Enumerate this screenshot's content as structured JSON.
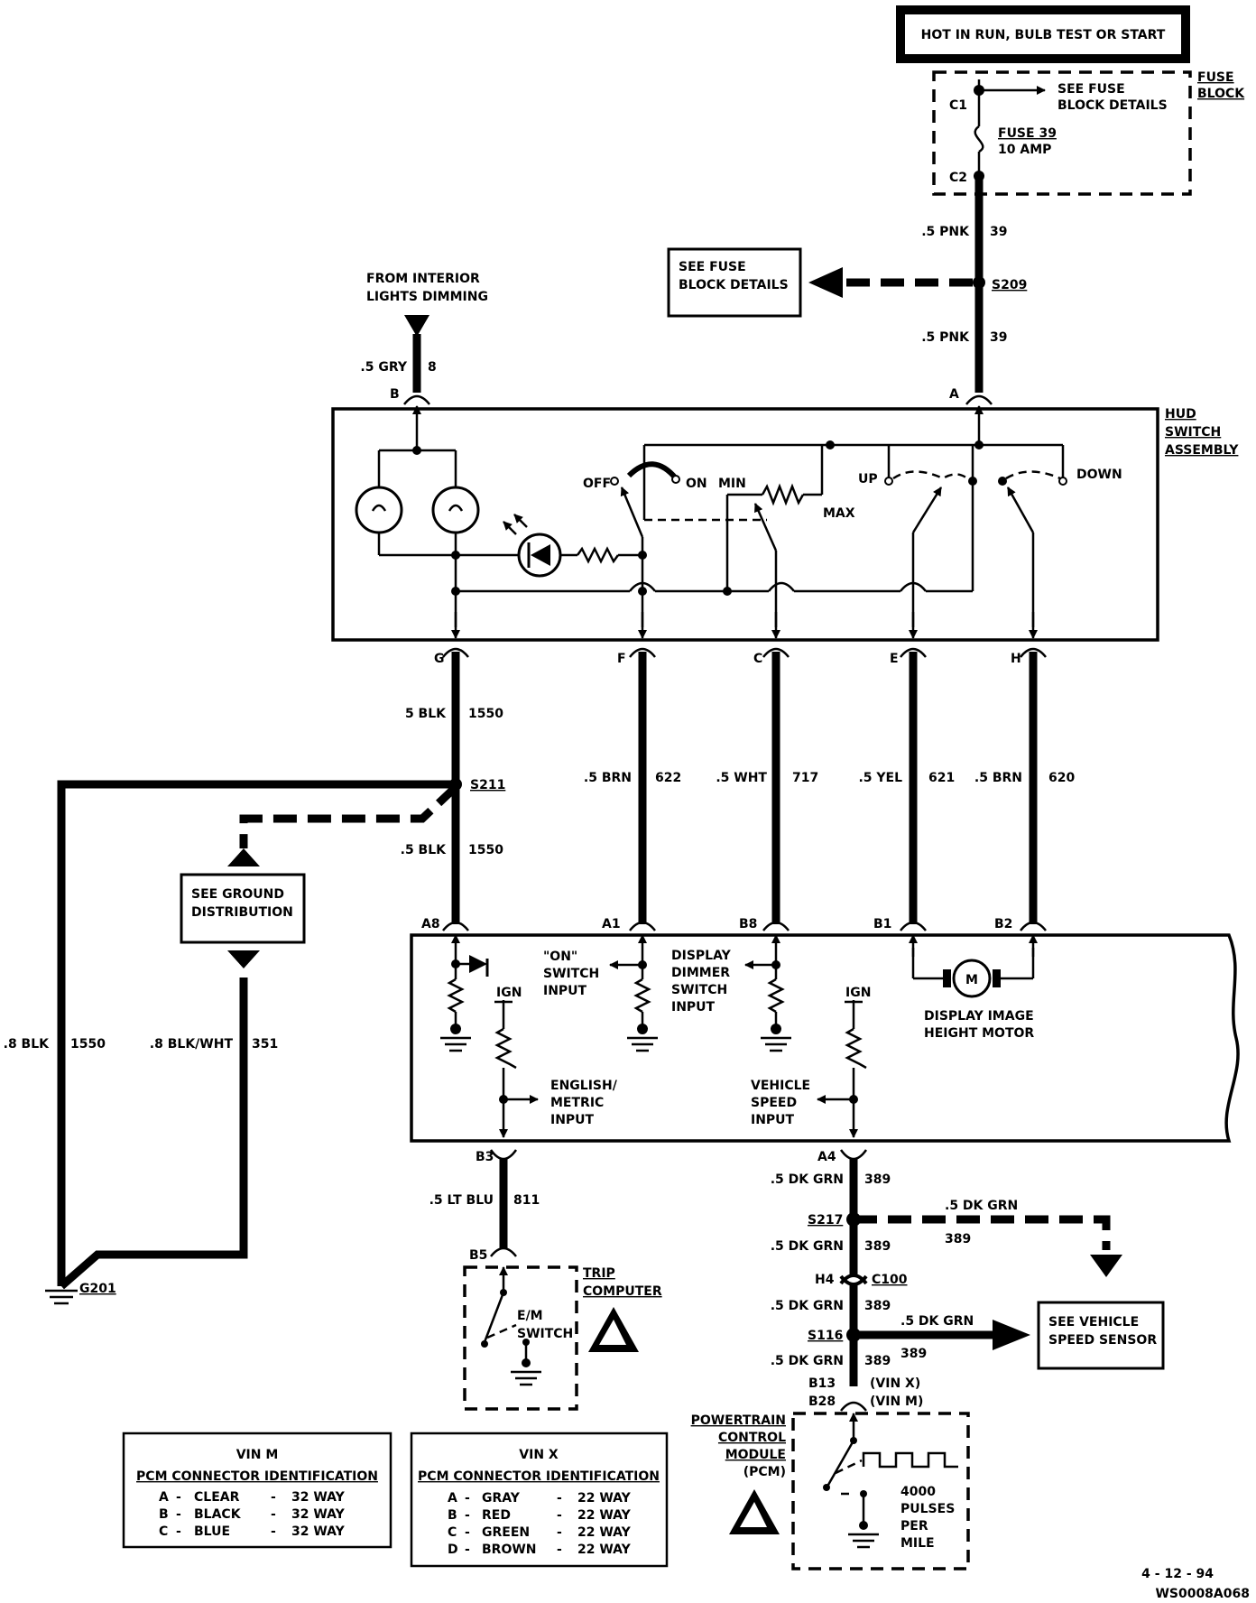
{
  "header": {
    "hot_label": "HOT IN RUN, BULB TEST OR START"
  },
  "fuse_block": {
    "title_1": "FUSE",
    "title_2": "BLOCK",
    "c1": "C1",
    "c2": "C2",
    "see_1": "SEE FUSE",
    "see_2": "BLOCK DETAILS",
    "fuse_1": "FUSE 39",
    "fuse_2": "10 AMP"
  },
  "wires": {
    "w39_top": {
      "gauge": ".5 PNK",
      "circuit": "39"
    },
    "w39_bot": {
      "gauge": ".5 PNK",
      "circuit": "39"
    },
    "w8": {
      "gauge": ".5 GRY",
      "circuit": "8"
    },
    "w1550_top": {
      "gauge": "5 BLK",
      "circuit": "1550"
    },
    "w1550_bot": {
      "gauge": ".5 BLK",
      "circuit": "1550"
    },
    "w622": {
      "gauge": ".5  BRN",
      "circuit": "622"
    },
    "w717": {
      "gauge": ".5  WHT",
      "circuit": "717"
    },
    "w621": {
      "gauge": ".5  YEL",
      "circuit": "621"
    },
    "w620": {
      "gauge": ".5  BRN",
      "circuit": "620"
    },
    "w1550_gnd": {
      "gauge": ".8 BLK",
      "circuit": "1550"
    },
    "w351": {
      "gauge": ".8 BLK/WHT",
      "circuit": "351"
    },
    "w811": {
      "gauge": ".5 LT BLU",
      "circuit": "811"
    },
    "w389_a": {
      "gauge": ".5 DK GRN",
      "circuit": "389"
    },
    "w389_b": {
      "gauge": ".5 DK GRN",
      "circuit": "389"
    },
    "w389_c": {
      "gauge": ".5 DK GRN",
      "circuit": "389"
    },
    "w389_d": {
      "gauge": ".5 DK GRN",
      "circuit": "389"
    },
    "w389_e": {
      "gauge": ".5 DK GRN",
      "circuit": "389"
    },
    "w389_f": {
      "gauge": ".5 DK GRN",
      "circuit": "389"
    }
  },
  "splices": {
    "s209": "S209",
    "s211": "S211",
    "s217": "S217",
    "s116": "S116",
    "c100": "C100",
    "g201": "G201"
  },
  "see_fuse_block": {
    "line1": "SEE FUSE",
    "line2": "BLOCK DETAILS"
  },
  "interior": {
    "line1": "FROM INTERIOR",
    "line2": "LIGHTS DIMMING"
  },
  "hud": {
    "title_1": "HUD",
    "title_2": "SWITCH",
    "title_3": "ASSEMBLY",
    "off": "OFF",
    "on": "ON",
    "min": "MIN",
    "max": "MAX",
    "up": "UP",
    "down": "DOWN"
  },
  "pins": {
    "a": "A",
    "b": "B",
    "g": "G",
    "f": "F",
    "c": "C",
    "e": "E",
    "h": "H",
    "a8": "A8",
    "a1": "A1",
    "b8": "B8",
    "b1": "B1",
    "b2": "B2",
    "b3": "B3",
    "a4": "A4",
    "b5": "B5",
    "h4": "H4",
    "b13": "B13",
    "b28": "B28",
    "vinx": "(VIN X)",
    "vinm": "(VIN M)"
  },
  "ground_dist": {
    "line1": "SEE GROUND",
    "line2": "DISTRIBUTION"
  },
  "cluster": {
    "on_1": "\"ON\"",
    "on_2": "SWITCH",
    "on_3": "INPUT",
    "dd_1": "DISPLAY",
    "dd_2": "DIMMER",
    "dd_3": "SWITCH",
    "dd_4": "INPUT",
    "motor_1": "DISPLAY IMAGE",
    "motor_2": "HEIGHT MOTOR",
    "motor_m": "M",
    "ign_1": "IGN",
    "ign_2": "IGN",
    "em_1": "ENGLISH/",
    "em_2": "METRIC",
    "em_3": "INPUT",
    "vs_1": "VEHICLE",
    "vs_2": "SPEED",
    "vs_3": "INPUT"
  },
  "trip": {
    "title_1": "TRIP",
    "title_2": "COMPUTER",
    "sw_1": "E/M",
    "sw_2": "SWITCH"
  },
  "vss": {
    "line1": "SEE VEHICLE",
    "line2": "SPEED SENSOR"
  },
  "pcm": {
    "t1": "POWERTRAIN",
    "t2": "CONTROL",
    "t3": "MODULE",
    "t4": "(PCM)",
    "p1": "4000",
    "p2": "PULSES",
    "p3": "PER",
    "p4": "MILE"
  },
  "vin_m": {
    "title": "VIN M",
    "subtitle": "PCM CONNECTOR IDENTIFICATION",
    "rows": [
      {
        "pin": "A",
        "color": "CLEAR",
        "way": "32 WAY"
      },
      {
        "pin": "B",
        "color": "BLACK",
        "way": "32 WAY"
      },
      {
        "pin": "C",
        "color": "BLUE",
        "way": "32 WAY"
      }
    ]
  },
  "vin_x": {
    "title": "VIN X",
    "subtitle": "PCM CONNECTOR IDENTIFICATION",
    "rows": [
      {
        "pin": "A",
        "color": "GRAY",
        "way": "22 WAY"
      },
      {
        "pin": "B",
        "color": "RED",
        "way": "22 WAY"
      },
      {
        "pin": "C",
        "color": "GREEN",
        "way": "22 WAY"
      },
      {
        "pin": "D",
        "color": "BROWN",
        "way": "22 WAY"
      }
    ]
  },
  "footer": {
    "date": "4 - 12 - 94",
    "code": "WS0008A068"
  }
}
